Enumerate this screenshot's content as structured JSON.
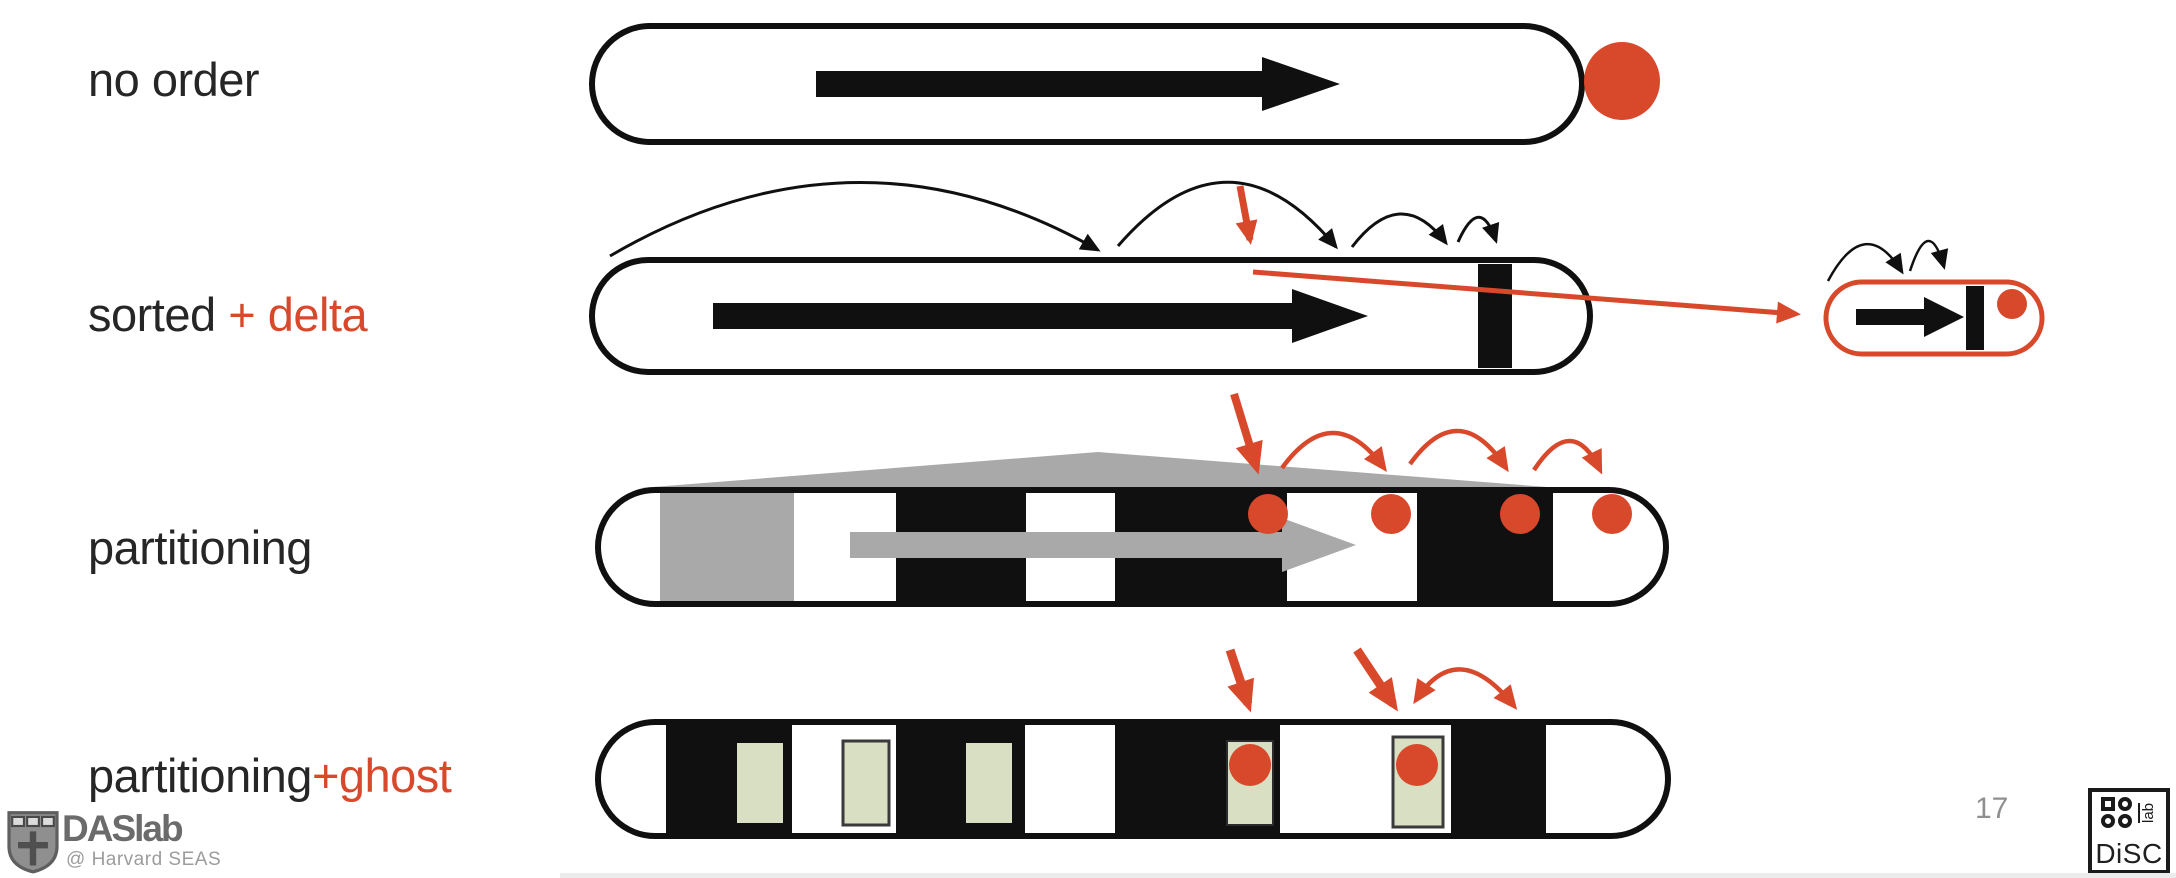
{
  "rows": [
    {
      "black": "no order",
      "red": ""
    },
    {
      "black": "sorted ",
      "red": "+ delta"
    },
    {
      "black": "partitioning",
      "red": ""
    },
    {
      "black": "partitioning",
      "red": "+ghost"
    }
  ],
  "footer": {
    "page_number": "17",
    "daslab_name": "DASlab",
    "daslab_subtitle": "@ Harvard SEAS",
    "disc_name": "DiSC",
    "disc_lab": "lab"
  },
  "icons": {
    "harvard_shield": "shield-crest",
    "disc_glyphs": "square-circle-grid"
  },
  "colors": {
    "accent": "#d8492c",
    "ink": "#101010",
    "gray": "#a9a9a9",
    "ghost": "#d8dfc2",
    "muted": "#8f8f8f",
    "label": "#262626"
  }
}
